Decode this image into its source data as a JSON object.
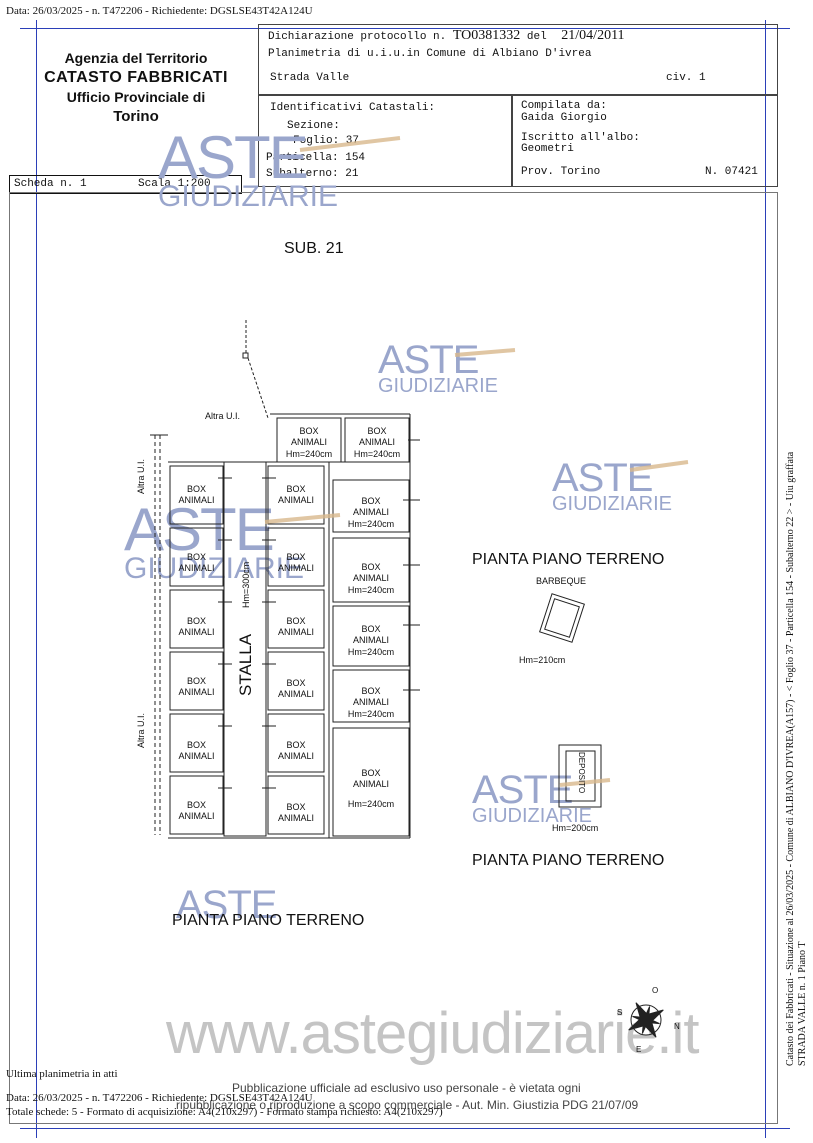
{
  "top_header": "Data: 26/03/2025 - n. T472206 - Richiedente: DGSLSE43T42A124U",
  "agency": {
    "line1": "Agenzia del Territorio",
    "line2": "CATASTO FABBRICATI",
    "line3": "Ufficio Provinciale di",
    "line4": "Torino"
  },
  "protocol": {
    "label": "Dichiarazione protocollo n.",
    "number": "TO0381332",
    "del_label": "del",
    "date": "21/04/2011",
    "plan_line": "Planimetria di u.i.u.in Comune di Albiano D'ivrea",
    "street": "Strada Valle",
    "civ": "civ. 1"
  },
  "identifiers": {
    "title": "Identificativi Catastali:",
    "sezione": "Sezione:",
    "foglio": "Foglio: 37",
    "particella": "Particella: 154",
    "subalterno": "Subalterno: 21"
  },
  "compiler": {
    "compilata_label": "Compilata da:",
    "name": "Gaida Giorgio",
    "albo_label": "Iscritto all'albo:",
    "albo_value": "Geometri",
    "prov": "Prov. Torino",
    "number": "N. 07421"
  },
  "scheda": {
    "label": "Scheda n. 1",
    "scala": "Scala 1:200"
  },
  "watermark": {
    "aste": "ASTE",
    "giudiziarie": "GIUDIZIARIE",
    "site": "www.astegiudiziarie.it"
  },
  "plan": {
    "sub": "SUB. 21",
    "altra_ui_top": "Altra U.I.",
    "altra_ui_left1": "Altra U.I.",
    "altra_ui_left2": "Altra U.I.",
    "box": "BOX",
    "animali": "ANIMALI",
    "hm240": "Hm=240cm",
    "stalla": "STALLA",
    "hm300": "Hm=300cm",
    "pianta1": "PIANTA PIANO TERRENO",
    "barbeque": "BARBEQUE",
    "hm210": "Hm=210cm",
    "deposito": "DEPOSITO",
    "hm200": "Hm=200cm",
    "pianta2": "PIANTA PIANO TERRENO",
    "pianta3": "PIANTA PIANO TERRENO"
  },
  "side": {
    "line1": "Catasto dei Fabbricati - Situazione al 26/03/2025 - Comune di ALBIANO D'IVREA(A157) - < Foglio 37 - Particella 154 - Subalterno 22 > - Uiu graffata",
    "line2": "STRADA VALLE n. 1 Piano T"
  },
  "footer": {
    "ultima": "Ultima planimetria in atti",
    "pubblicazione1": "Pubblicazione ufficiale ad esclusivo uso personale - è vietata ogni",
    "pubblicazione2": "ripubblicazione o riproduzione a scopo commerciale - Aut. Min. Giustizia PDG 21/07/09",
    "data": "Data: 26/03/2025 - n. T472206 - Richiedente: DGSLSE43T42A124U",
    "totale": "Totale schede: 5 - Formato di acquisizione: A4(210x297) - Formato stampa richiesto: A4(210x297)"
  },
  "compass": {
    "n": "N",
    "s": "S",
    "e": "E",
    "o": "O"
  }
}
